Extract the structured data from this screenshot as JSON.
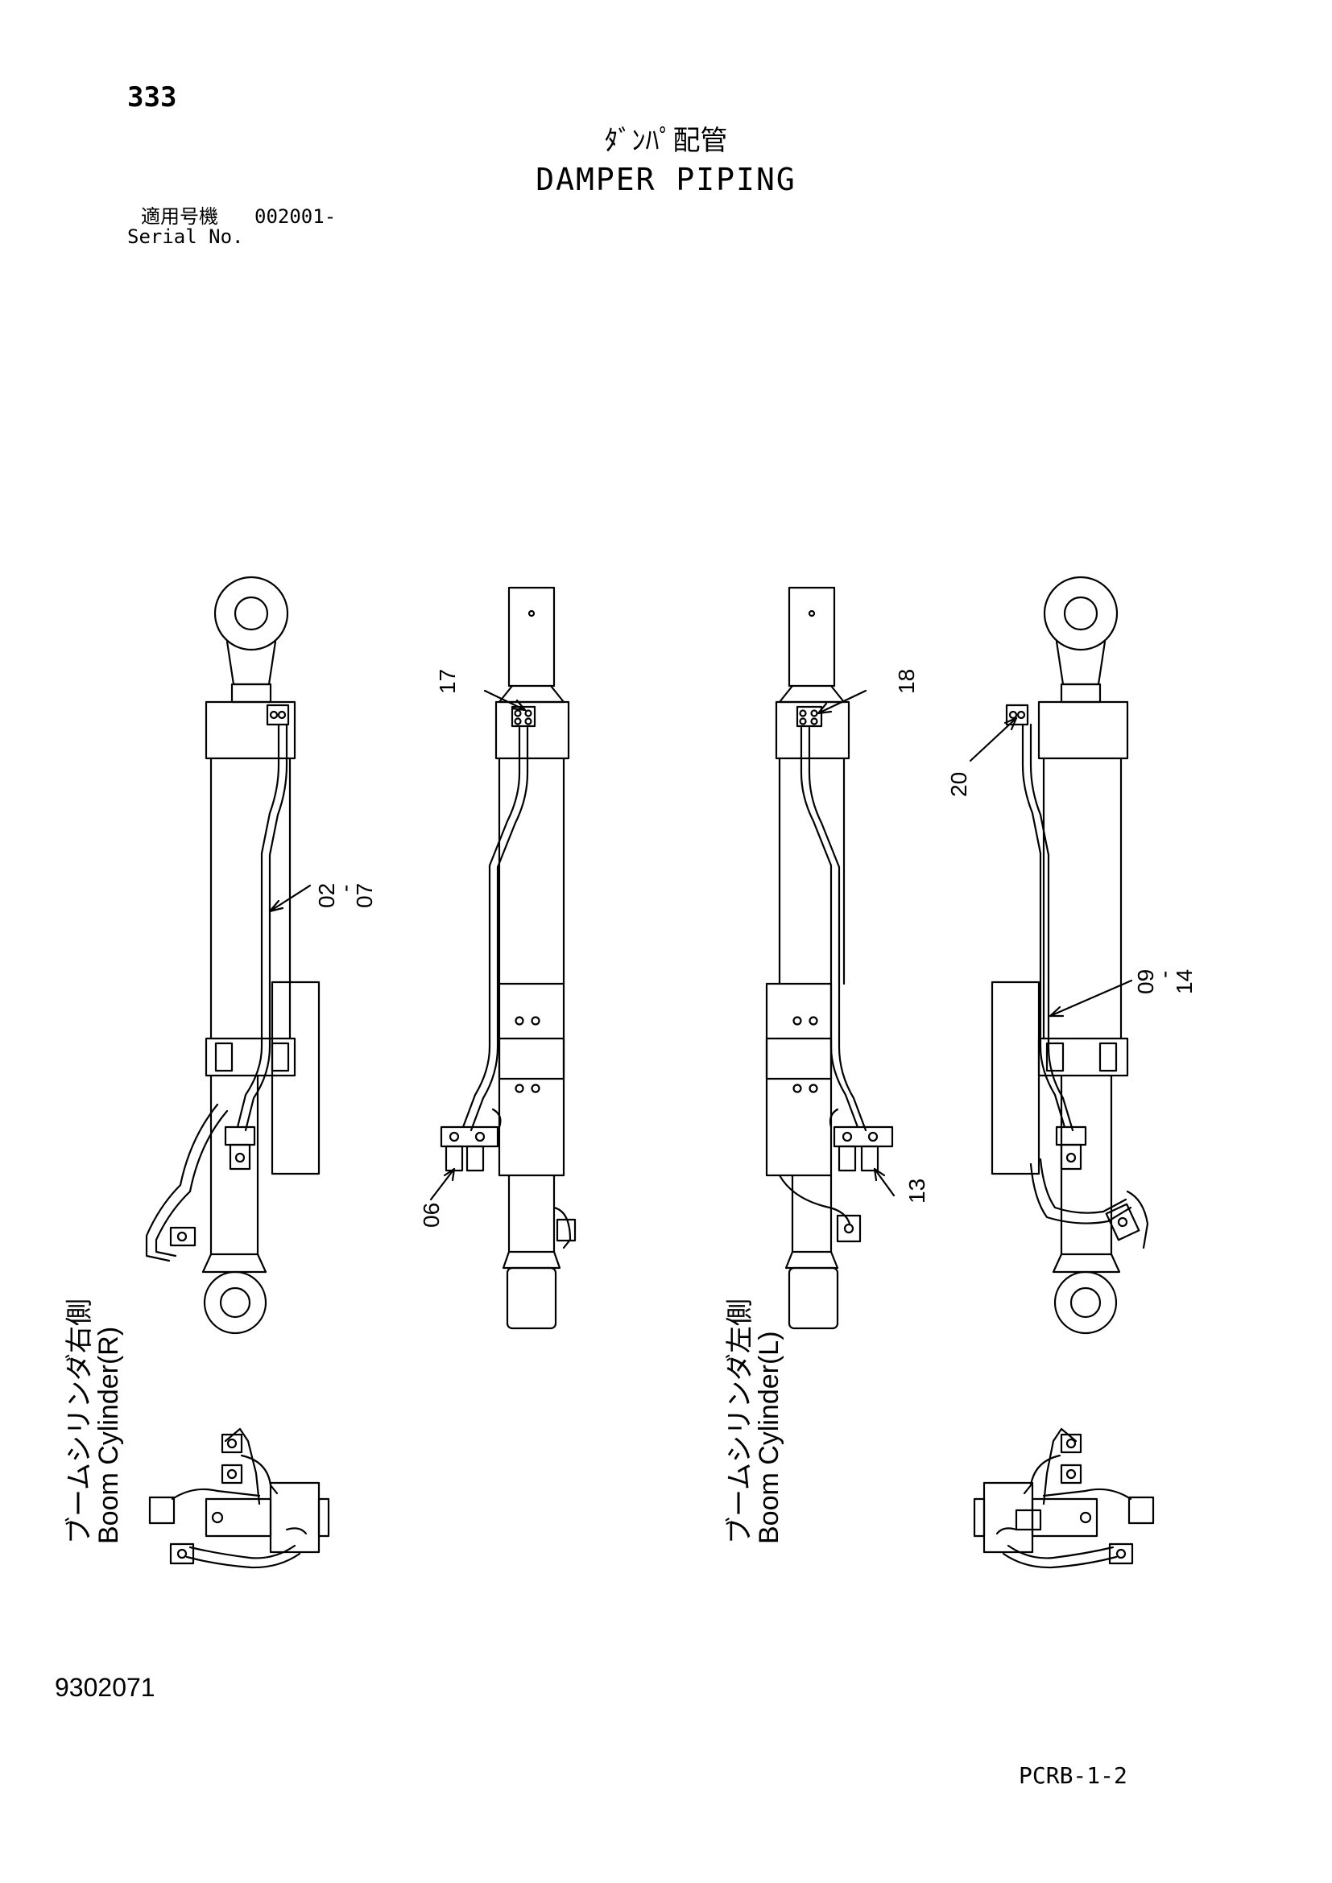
{
  "page_number": "333",
  "title_jp": "ﾀﾞﾝﾊﾟ配管",
  "title_en": "DAMPER PIPING",
  "serial": {
    "label_jp": "適用号機",
    "value": "002001-",
    "label_en": "Serial No."
  },
  "callouts": {
    "c17": "17",
    "c18": "18",
    "c20": "20",
    "c02_07a": "02",
    "c02_07b": "-",
    "c02_07c": "07",
    "c09_14a": "09",
    "c09_14b": "-",
    "c09_14c": "14",
    "c06": "06",
    "c13": "13"
  },
  "views": {
    "right_jp": "ブームシリンダ右側",
    "right_en": "Boom Cylinder(R)",
    "left_jp": "ブームシリンダ左側",
    "left_en": "Boom Cylinder(L)"
  },
  "drawing_number": "9302071",
  "section_code": "PCRB-1-2"
}
